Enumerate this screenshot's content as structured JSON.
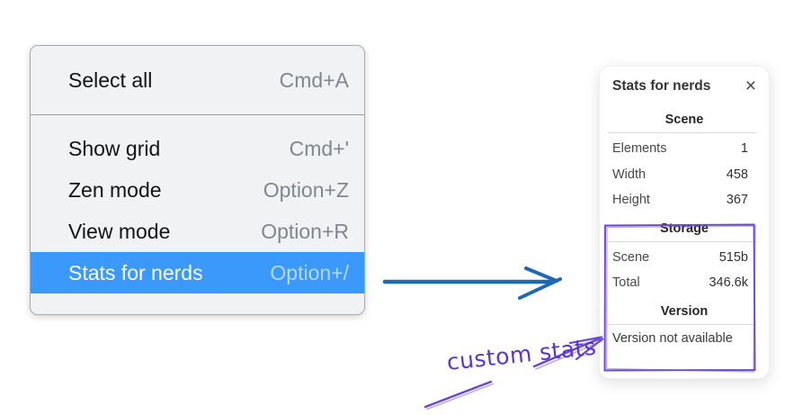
{
  "context_menu": {
    "items": [
      {
        "label": "Select all",
        "shortcut": "Cmd+A"
      },
      {
        "label": "Show grid",
        "shortcut": "Cmd+'"
      },
      {
        "label": "Zen mode",
        "shortcut": "Option+Z"
      },
      {
        "label": "View mode",
        "shortcut": "Option+R"
      },
      {
        "label": "Stats for nerds",
        "shortcut": "Option+/"
      }
    ],
    "highlighted_item": "Stats for nerds",
    "highlight_color": "#3b99fc"
  },
  "stats_panel": {
    "title": "Stats for nerds",
    "close_icon": "×",
    "scene_section": {
      "header": "Scene",
      "rows": [
        {
          "label": "Elements",
          "value": "1"
        },
        {
          "label": "Width",
          "value": "458"
        },
        {
          "label": "Height",
          "value": "367"
        }
      ]
    },
    "storage_section": {
      "header": "Storage",
      "rows": [
        {
          "label": "Scene",
          "value": "515b"
        },
        {
          "label": "Total",
          "value": "346.6k"
        }
      ]
    },
    "version_section": {
      "header": "Version",
      "note": "Version not available"
    }
  },
  "annotations": {
    "label": "custom stats",
    "annotation_color": "#6a46d9",
    "flow_arrow_color": "#1d6ab4"
  }
}
